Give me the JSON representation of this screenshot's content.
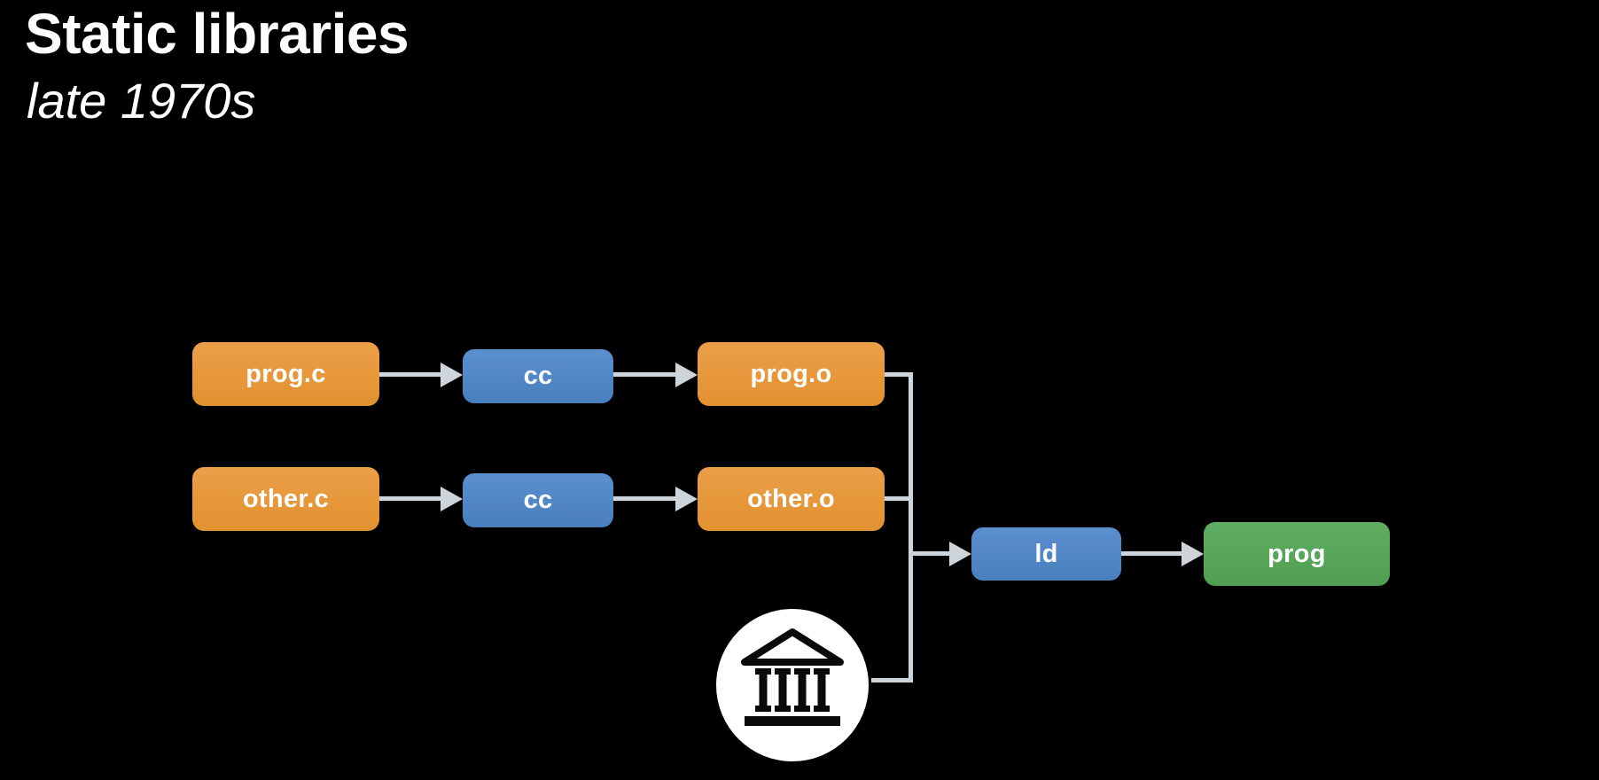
{
  "slide": {
    "title": "Static libraries",
    "subtitle": "late 1970s"
  },
  "palette": {
    "background": "#000000",
    "source_box_orange": "#e5963c",
    "tool_box_blue": "#4e86c6",
    "output_box_green": "#57a65c",
    "connector_gray": "#ced5da",
    "text_white": "#ffffff",
    "library_circle": "#ffffff",
    "library_glyph": "#0a0a0a"
  },
  "diagram": {
    "nodes": {
      "prog_c": {
        "label": "prog.c",
        "kind": "source-file"
      },
      "cc1": {
        "label": "cc",
        "kind": "compiler"
      },
      "prog_o": {
        "label": "prog.o",
        "kind": "object-file"
      },
      "other_c": {
        "label": "other.c",
        "kind": "source-file"
      },
      "cc2": {
        "label": "cc",
        "kind": "compiler"
      },
      "other_o": {
        "label": "other.o",
        "kind": "object-file"
      },
      "ld": {
        "label": "ld",
        "kind": "linker"
      },
      "prog": {
        "label": "prog",
        "kind": "executable"
      }
    },
    "icons": {
      "library": "bank-icon"
    },
    "edges": [
      "prog.c -> cc",
      "cc -> prog.o",
      "other.c -> cc",
      "cc -> other.o",
      "prog.o -> junction",
      "other.o -> junction",
      "library -> junction",
      "junction -> ld",
      "ld -> prog"
    ]
  }
}
